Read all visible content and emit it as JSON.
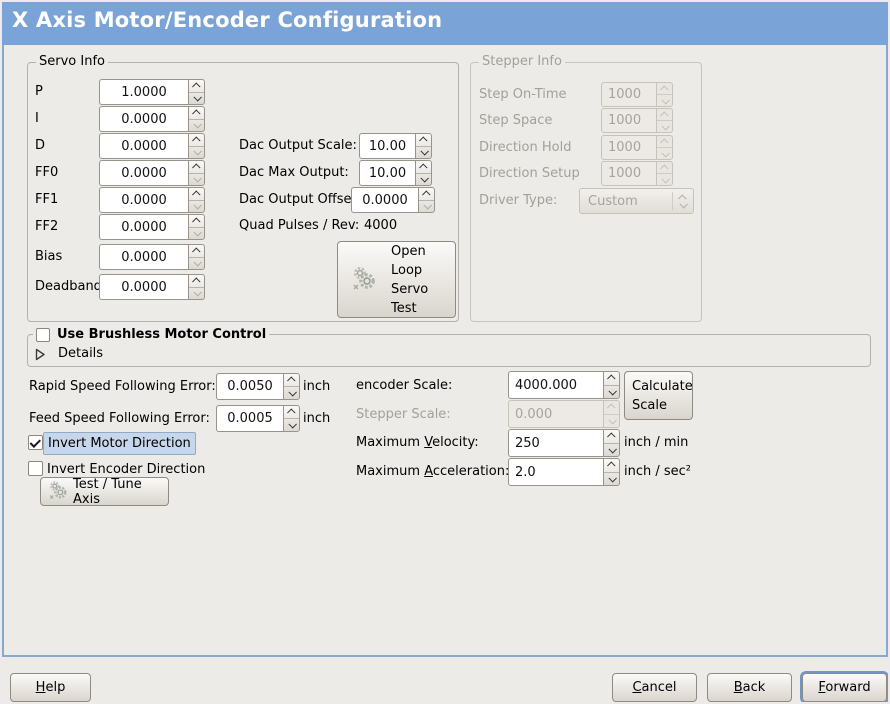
{
  "window": {
    "title": "X Axis Motor/Encoder Configuration"
  },
  "colors": {
    "titlebar": "#7AA4D8",
    "window_bg": "#EDEBE8",
    "panel_border": "#86A9D0",
    "focus_ring": "#6F97C6",
    "highlight_bg": "#C7D7EB"
  },
  "servo_info": {
    "legend": "Servo Info",
    "fields": [
      {
        "label": "P",
        "value": "1.0000"
      },
      {
        "label": "I",
        "value": "0.0000"
      },
      {
        "label": "D",
        "value": "0.0000"
      },
      {
        "label": "FF0",
        "value": "0.0000"
      },
      {
        "label": "FF1",
        "value": "0.0000"
      },
      {
        "label": "FF2",
        "value": "0.0000"
      },
      {
        "label": "Bias",
        "value": "0.0000"
      },
      {
        "label": "Deadband",
        "value": "0.0000"
      }
    ],
    "dac_fields": [
      {
        "label": "Dac Output Scale:",
        "value": "10.00"
      },
      {
        "label": "Dac Max Output:",
        "value": "10.00"
      },
      {
        "label": "Dac Output Offset:",
        "value": "0.0000"
      }
    ],
    "quad_pulses_label": "Quad Pulses / Rev:",
    "quad_pulses_value": "4000",
    "open_loop_button_label": "Open\nLoop\nServo\nTest"
  },
  "stepper_info": {
    "legend": "Stepper Info",
    "fields": [
      {
        "label": "Step On-Time",
        "value": "1000"
      },
      {
        "label": "Step Space",
        "value": "1000"
      },
      {
        "label": "Direction Hold",
        "value": "1000"
      },
      {
        "label": "Direction Setup",
        "value": "1000"
      }
    ],
    "driver_type_label": "Driver Type:",
    "driver_type_value": "Custom"
  },
  "brushless": {
    "checkbox_label": "Use Brushless Motor Control",
    "details_label": "Details"
  },
  "following_error": {
    "rapid_label": "Rapid Speed Following Error:",
    "rapid_value": "0.0050",
    "rapid_unit": "inch",
    "feed_label": "Feed Speed Following Error:",
    "feed_value": "0.0005",
    "feed_unit": "inch"
  },
  "direction": {
    "invert_motor_label": "Invert Motor Direction",
    "invert_encoder_label": "Invert Encoder Direction",
    "test_tune_button_label": "Test / Tune Axis"
  },
  "scale": {
    "encoder_label": "encoder Scale:",
    "encoder_value": "4000.000",
    "stepper_label": "Stepper Scale:",
    "stepper_value": "0.000",
    "velocity_label": "Maximum Velocity:",
    "velocity_value": "250",
    "velocity_unit": "inch / min",
    "accel_label": "Maximum Acceleration:",
    "accel_value": "2.0",
    "accel_unit": "inch / sec²",
    "calculate_button_label": "Calculate\nScale"
  },
  "actions": {
    "help": "Help",
    "cancel": "Cancel",
    "back": "Back",
    "forward": "Forward"
  },
  "state": {
    "use_brushless_checked": false,
    "invert_motor_checked": true,
    "invert_encoder_checked": false
  }
}
